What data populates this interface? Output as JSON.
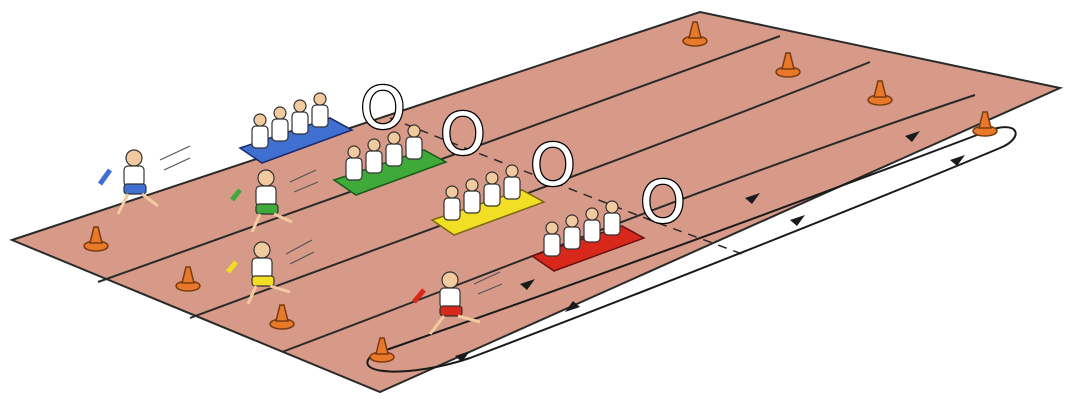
{
  "scene": {
    "track_color": "#d89a88",
    "line_color": "#1a1a1a",
    "cone_color": "#e8782a",
    "skin_color": "#f2caa0",
    "teams": [
      {
        "name": "blue",
        "color": "#3f6fd0",
        "marker": "O"
      },
      {
        "name": "green",
        "color": "#3faa3a",
        "marker": "O"
      },
      {
        "name": "yellow",
        "color": "#f2de24",
        "marker": "O"
      },
      {
        "name": "red",
        "color": "#d8281c",
        "marker": "O"
      }
    ]
  }
}
